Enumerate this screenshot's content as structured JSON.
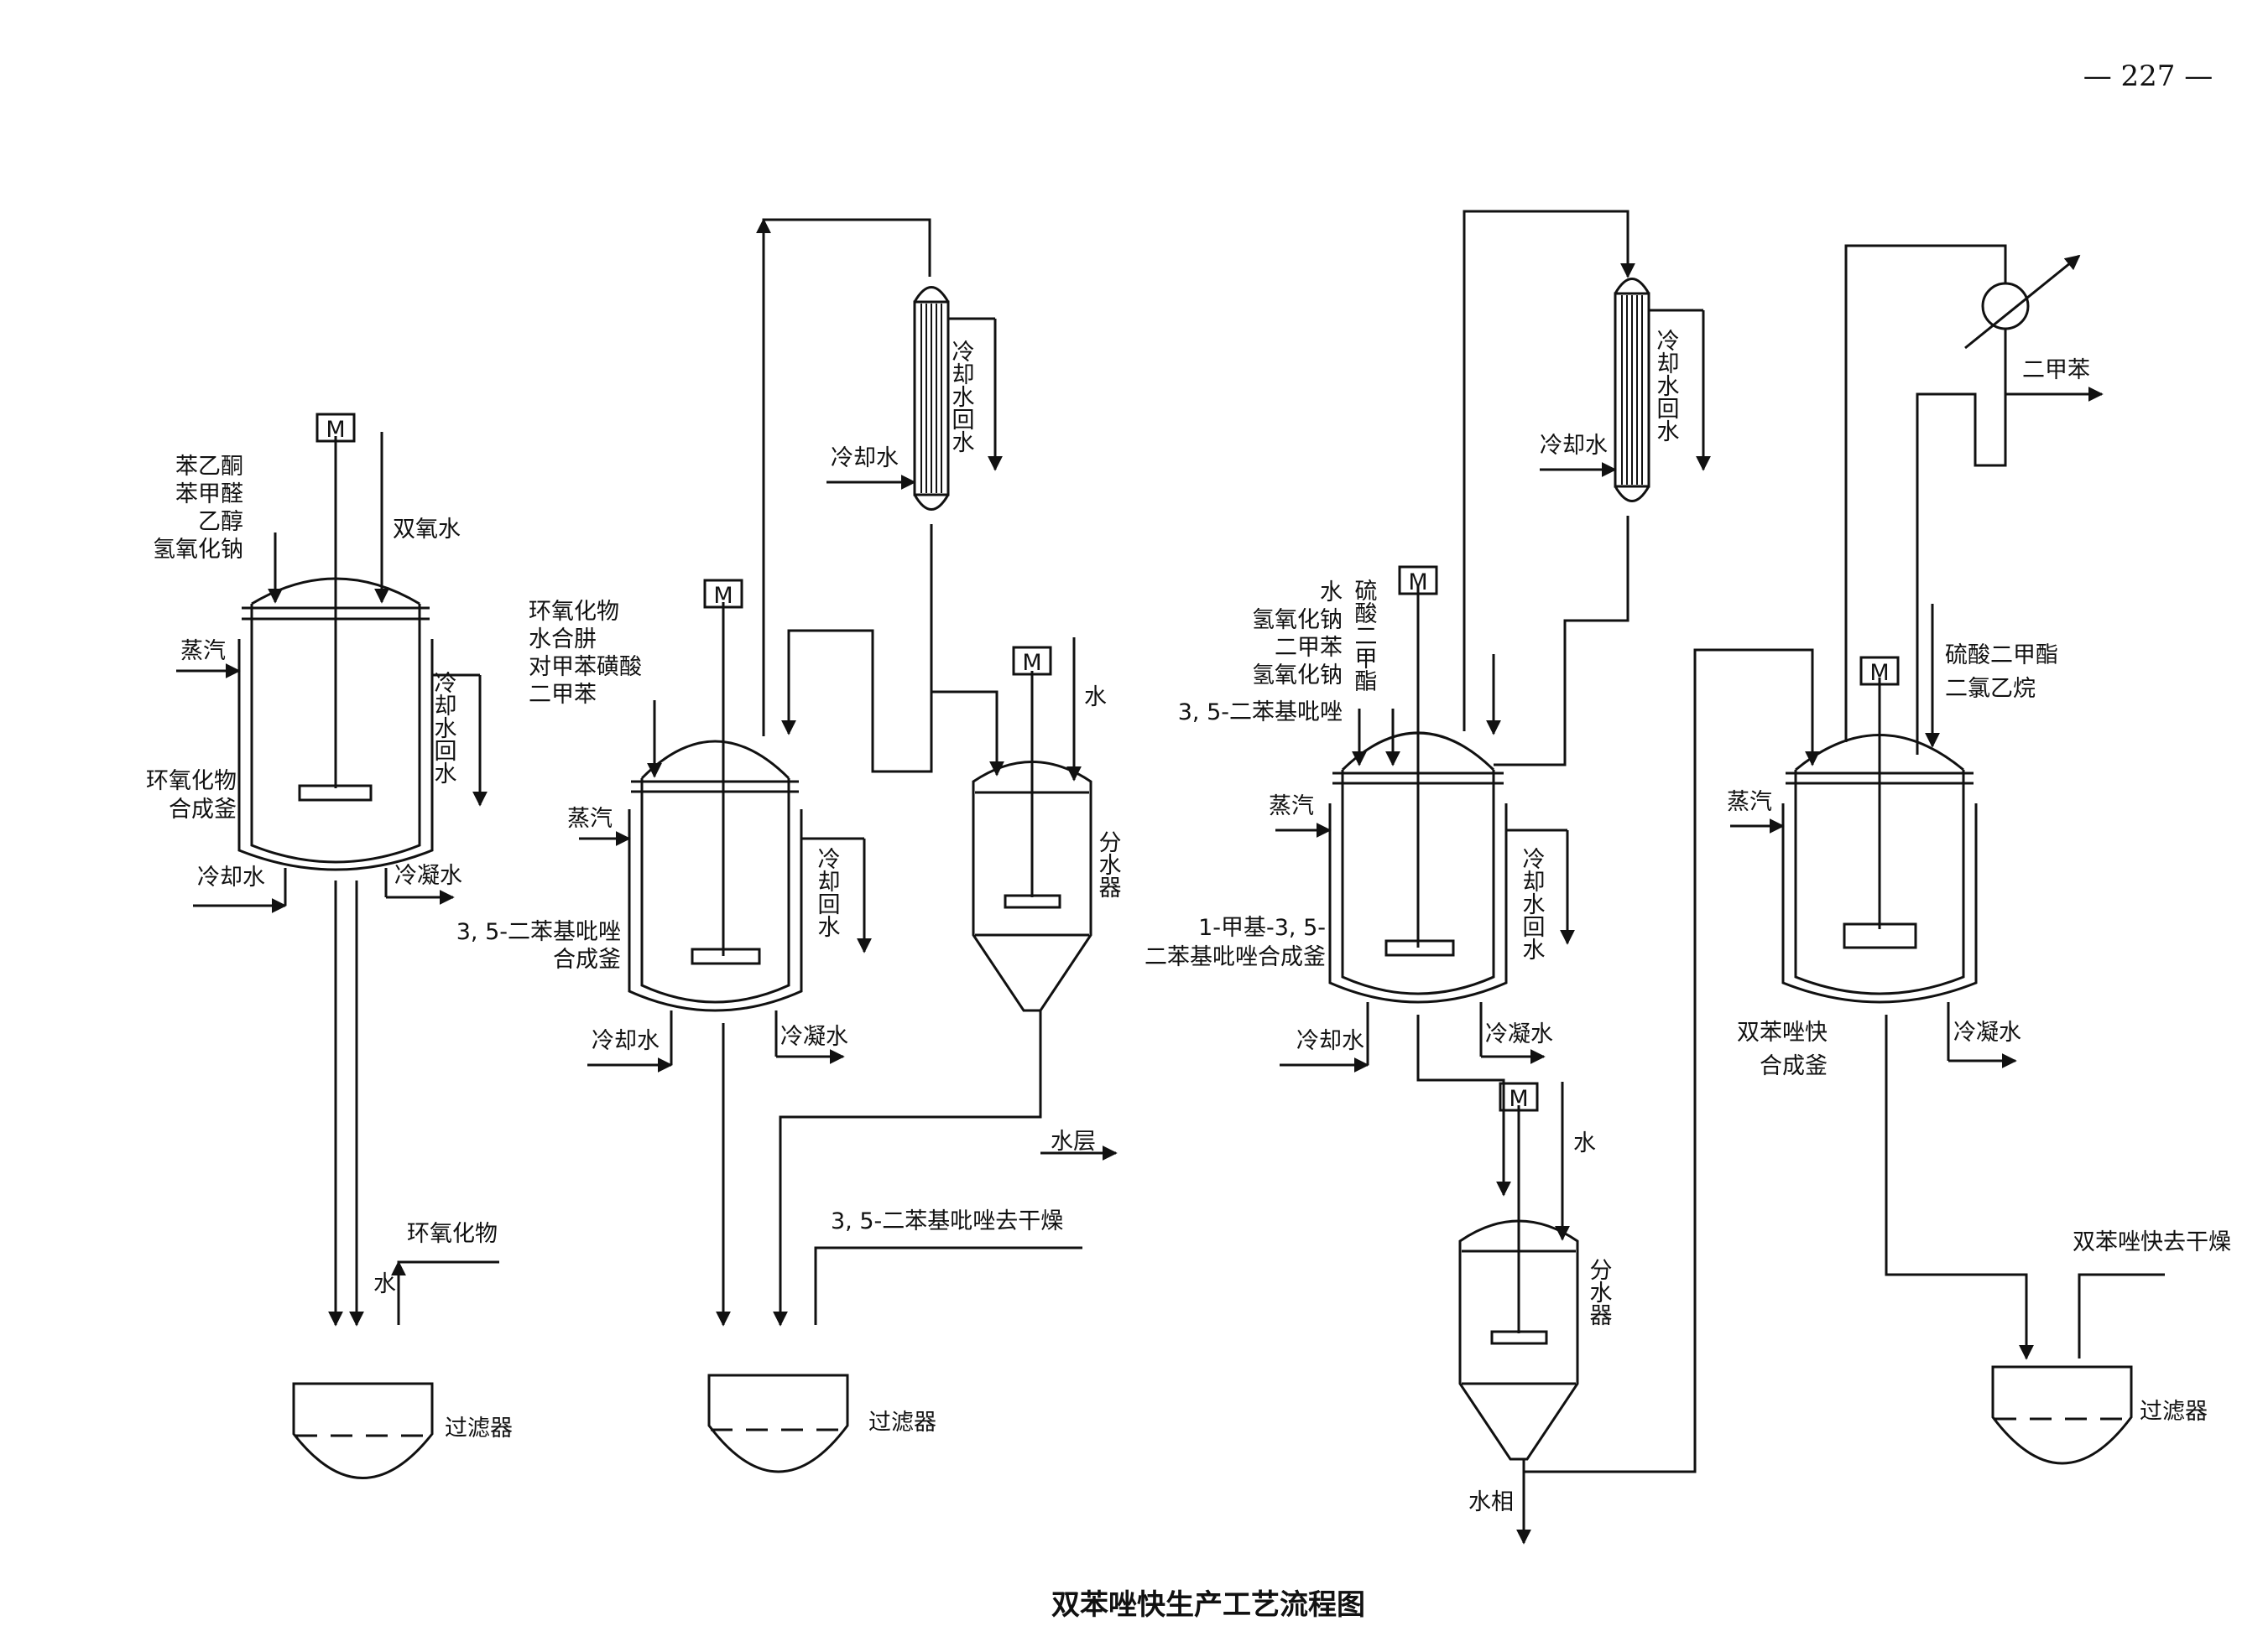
{
  "page_number": "— 227 —",
  "caption": "双苯唑快生产工艺流程图",
  "motor_label": "M",
  "feeds": {
    "r1_inputs": [
      "苯乙酮",
      "苯甲醛",
      "乙醇",
      "氢氧化钠"
    ],
    "r1_peroxide": "双氧水",
    "r2_inputs": [
      "环氧化物",
      "水合肼",
      "对甲苯磺酸",
      "二甲苯"
    ],
    "r3_inputs": [
      "水",
      "氢氧化钠",
      "二甲苯",
      "氢氧化钠",
      "3, 5-二苯基吡唑"
    ],
    "r3_side": "硫酸二甲酯",
    "r4_inputs": [
      "硫酸二甲酯",
      "二氯乙烷"
    ],
    "sep1_water": "水",
    "sep2_water": "水"
  },
  "utilities": {
    "steam": "蒸汽",
    "cooling_water": "冷却水",
    "cooling_return": "冷却水回水",
    "cooling_return_short": "冷却回水",
    "condensate": "冷凝水"
  },
  "equipment": {
    "r1": [
      "环氧化物",
      "合成釜"
    ],
    "r2": [
      "3, 5-二苯基吡唑",
      "合成釜"
    ],
    "r3": [
      "1-甲基-3, 5-",
      "二苯基吡唑合成釜"
    ],
    "r4": [
      "双苯唑快",
      "合成釜"
    ],
    "separator": "分水器",
    "filter": "过滤器"
  },
  "streams": {
    "epoxide_out": "环氧化物",
    "water": "水",
    "water_layer": "水层",
    "dpp_to_dry": "3, 5-二苯基吡唑去干燥",
    "water_phase": "水相",
    "xylene": "二甲苯",
    "product_to_dry": "双苯唑快去干燥"
  }
}
